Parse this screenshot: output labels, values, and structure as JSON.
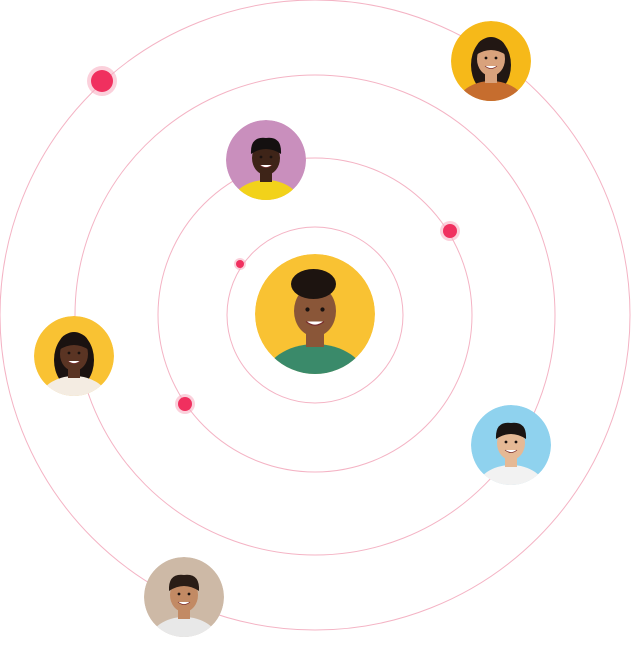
{
  "colors": {
    "orbit": "#f4b3c4",
    "dot": "#f0305f",
    "dot_halo": "#f8aabd",
    "yellow_bg": "#f9c233",
    "pink_bg": "#c89bc0",
    "blue_bg": "#8fd2ee",
    "beige_bg": "#cbb8a6",
    "skin_dark": "#5a3423",
    "skin_medium": "#b47c55",
    "skin_light": "#e2b48f",
    "hair": "#1d1410"
  },
  "avatars": [
    {
      "id": "center-person",
      "bg": "#f9c233",
      "skin": "#8a5638",
      "shirt": "#3a8a6a",
      "hair": "#1d1410",
      "hair_style": "high"
    },
    {
      "id": "top-right-person",
      "bg": "#f6b919",
      "skin": "#d9a27c",
      "shirt": "#c66d2e",
      "hair": "#221713",
      "hair_style": "long"
    },
    {
      "id": "top-left-person",
      "bg": "#c98fbd",
      "skin": "#3e2418",
      "shirt": "#f2d21a",
      "hair": "#141010",
      "hair_style": "short"
    },
    {
      "id": "left-person",
      "bg": "#f9c233",
      "skin": "#5a3423",
      "shirt": "#f4ece2",
      "hair": "#1a1210",
      "hair_style": "long"
    },
    {
      "id": "right-person",
      "bg": "#8fd2ee",
      "skin": "#e5b995",
      "shirt": "#f2f2f2",
      "hair": "#1a1412",
      "hair_style": "short"
    },
    {
      "id": "bottom-person",
      "bg": "#cdb9a6",
      "skin": "#c28a64",
      "shirt": "#e8e8e8",
      "hair": "#2a1d16",
      "hair_style": "short"
    }
  ]
}
